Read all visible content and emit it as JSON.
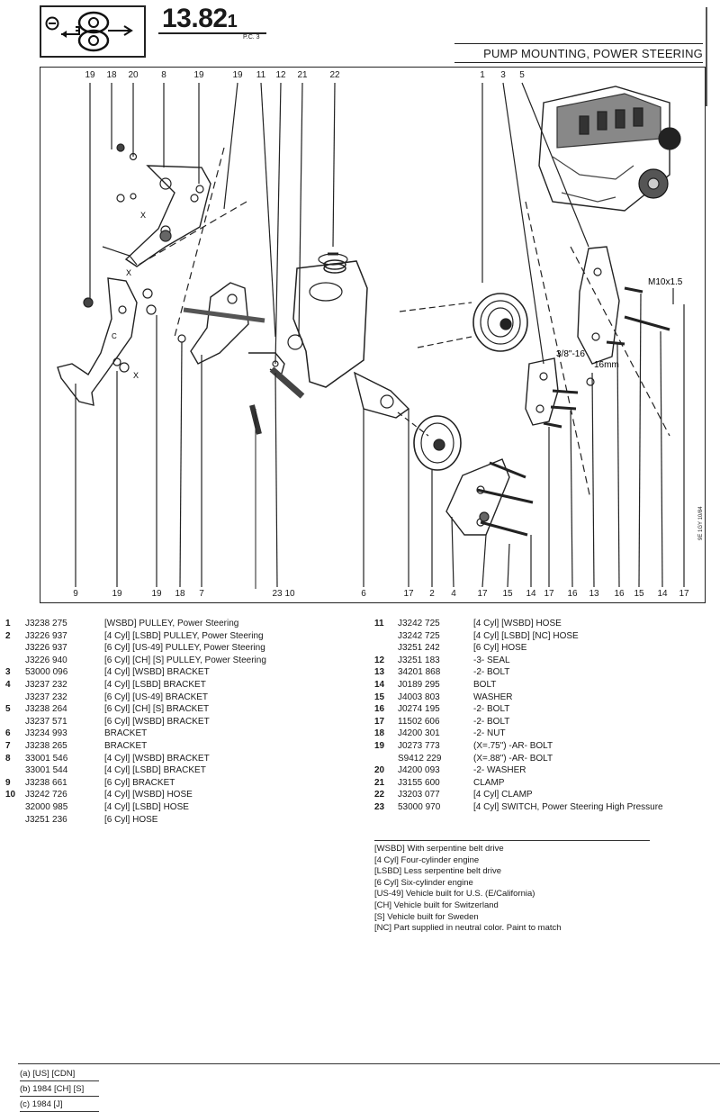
{
  "header": {
    "page_number": "13.82",
    "page_number_sub": "1",
    "page_code": "P.C. 3",
    "title": "PUMP MOUNTING, POWER STEERING"
  },
  "logo": {
    "icon": "power-steering-pump-icon"
  },
  "diagram": {
    "top_callouts": [
      "19",
      "18",
      "20",
      "8",
      "19",
      "19",
      "11",
      "12",
      "21",
      "22",
      "1",
      "3",
      "5"
    ],
    "bottom_callouts": [
      "9",
      "19",
      "19",
      "18",
      "7",
      "23",
      "10",
      "6",
      "17",
      "2",
      "4",
      "17",
      "15",
      "14",
      "17",
      "16",
      "13",
      "16",
      "15",
      "14",
      "17"
    ],
    "labels": {
      "m10": "M10x1.5",
      "three_eighths": "3/8\"-16",
      "sixteen_mm": "16mm",
      "x1": "X",
      "x2": "X",
      "x3": "X",
      "c": "C"
    },
    "side_code": "9E 1GY 10/84"
  },
  "parts_left": [
    {
      "item": "1",
      "part": "J3238 275",
      "desc": "[WSBD]  PULLEY, Power Steering"
    },
    {
      "item": "2",
      "part": "J3226 937",
      "desc": "[4 Cyl] [LSBD]  PULLEY, Power Steering"
    },
    {
      "item": "",
      "part": "J3226 937",
      "desc": "[6 Cyl] [US-49]  PULLEY, Power Steering"
    },
    {
      "item": "",
      "part": "J3226 940",
      "desc": "[6 Cyl] [CH] [S]   PULLEY, Power Steering"
    },
    {
      "item": "3",
      "part": "53000 096",
      "desc": "[4 Cyl] [WSBD]  BRACKET"
    },
    {
      "item": "4",
      "part": "J3237 232",
      "desc": "[4 Cyl] [LSBD]  BRACKET"
    },
    {
      "item": "",
      "part": "J3237 232",
      "desc": "[6 Cyl] [US-49]  BRACKET"
    },
    {
      "item": "5",
      "part": "J3238 264",
      "desc": "[6 Cyl] [CH] [S]  BRACKET"
    },
    {
      "item": "",
      "part": "J3237 571",
      "desc": "[6 Cyl] [WSBD]  BRACKET"
    },
    {
      "item": "6",
      "part": "J3234 993",
      "desc": "   BRACKET"
    },
    {
      "item": "7",
      "part": "J3238 265",
      "desc": "   BRACKET"
    },
    {
      "item": "8",
      "part": "33001 546",
      "desc": "[4 Cyl] [WSBD]  BRACKET"
    },
    {
      "item": "",
      "part": "33001 544",
      "desc": "[4 Cyl] [LSBD]  BRACKET"
    },
    {
      "item": "9",
      "part": "J3238 661",
      "desc": "[6 Cyl]  BRACKET"
    },
    {
      "item": "10",
      "part": "J3242 726",
      "desc": "[4 Cyl] [WSBD]  HOSE"
    },
    {
      "item": "",
      "part": "32000 985",
      "desc": "[4 Cyl] [LSBD]  HOSE"
    },
    {
      "item": "",
      "part": "J3251 236",
      "desc": "[6 Cyl]  HOSE"
    }
  ],
  "parts_right": [
    {
      "item": "11",
      "part": "J3242 725",
      "desc": "[4 Cyl] [WSBD]  HOSE"
    },
    {
      "item": "",
      "part": "J3242 725",
      "desc": "[4 Cyl] [LSBD] [NC]  HOSE"
    },
    {
      "item": "",
      "part": "J3251 242",
      "desc": "[6 Cyl]  HOSE"
    },
    {
      "item": "12",
      "part": "J3251 183",
      "desc": "-3-  SEAL"
    },
    {
      "item": "13",
      "part": "34201 868",
      "desc": "-2-  BOLT"
    },
    {
      "item": "14",
      "part": "J0189 295",
      "desc": "BOLT"
    },
    {
      "item": "15",
      "part": "J4003 803",
      "desc": "WASHER"
    },
    {
      "item": "16",
      "part": "J0274 195",
      "desc": "-2-  BOLT"
    },
    {
      "item": "17",
      "part": "11502 606",
      "desc": "-2-  BOLT"
    },
    {
      "item": "18",
      "part": "J4200 301",
      "desc": "-2-  NUT"
    },
    {
      "item": "19",
      "part": "J0273 773",
      "desc": "(X=.75\")  -AR-  BOLT"
    },
    {
      "item": "",
      "part": "S9412 229",
      "desc": "(X=.88\")  -AR-  BOLT"
    },
    {
      "item": "20",
      "part": "J4200 093",
      "desc": "-2-  WASHER"
    },
    {
      "item": "21",
      "part": "J3155 600",
      "desc": "CLAMP"
    },
    {
      "item": "22",
      "part": "J3203 077",
      "desc": "[4 Cyl]  CLAMP"
    },
    {
      "item": "23",
      "part": "53000 970",
      "desc": "[4 Cyl]  SWITCH, Power Steering High Pressure"
    }
  ],
  "legend": [
    "[WSBD] With serpentine belt drive",
    "[4 Cyl] Four-cylinder engine",
    "[LSBD] Less serpentine belt drive",
    "[6 Cyl] Six-cylinder engine",
    "[US-49] Vehicle built for U.S. (E/California)",
    "[CH] Vehicle built for Switzerland",
    "[S] Vehicle built for Sweden",
    "[NC] Part supplied in neutral color. Paint to match"
  ],
  "footer": [
    "(a) [US] [CDN]",
    "(b) 1984 [CH] [S]",
    "(c) 1984 [J]"
  ]
}
